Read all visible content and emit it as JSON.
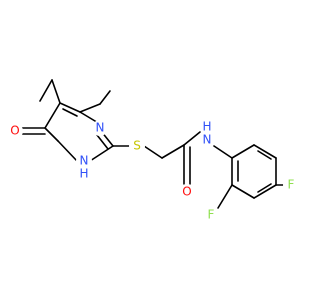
{
  "molecule": {
    "atoms": {
      "o1": {
        "label": "O",
        "color": "#ff0d0d"
      },
      "n1": {
        "label": "N",
        "color": "#3050f8"
      },
      "h1": {
        "label": "H",
        "color": "#3050f8"
      },
      "n2": {
        "label": "N",
        "color": "#3050f8"
      },
      "s": {
        "label": "S",
        "color": "#c6c600"
      },
      "o2": {
        "label": "O",
        "color": "#ff0d0d"
      },
      "n3": {
        "label": "N",
        "color": "#3050f8"
      },
      "h3": {
        "label": "H",
        "color": "#3050f8"
      },
      "f1": {
        "label": "F",
        "color": "#90e050"
      },
      "f2": {
        "label": "F",
        "color": "#90e050"
      }
    }
  }
}
